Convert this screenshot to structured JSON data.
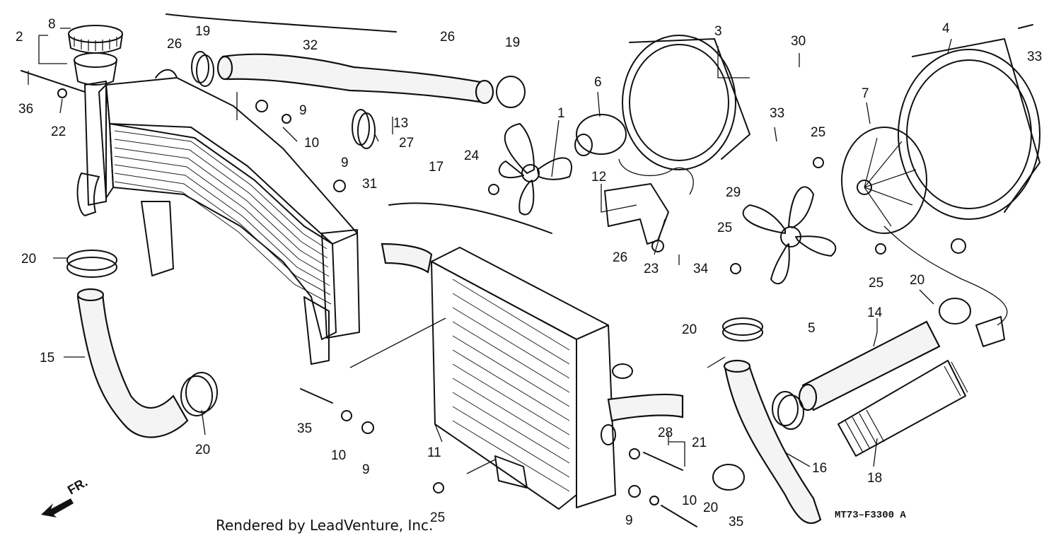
{
  "diagram": {
    "credit": "Rendered by LeadVenture, Inc.",
    "drawing_code": "MT73–F3300 A",
    "direction_label": "FR.",
    "callouts": [
      "2",
      "8",
      "26",
      "32",
      "26",
      "19",
      "36",
      "22",
      "9",
      "10",
      "13",
      "27",
      "19",
      "3",
      "30",
      "4",
      "33",
      "6",
      "1",
      "7",
      "33",
      "25",
      "24",
      "17",
      "31",
      "9",
      "12",
      "20",
      "26",
      "23",
      "34",
      "25",
      "29",
      "25",
      "5",
      "15",
      "20",
      "20",
      "14",
      "20",
      "35",
      "10",
      "9",
      "11",
      "28",
      "21",
      "16",
      "18",
      "25",
      "9",
      "10",
      "20",
      "35"
    ]
  }
}
